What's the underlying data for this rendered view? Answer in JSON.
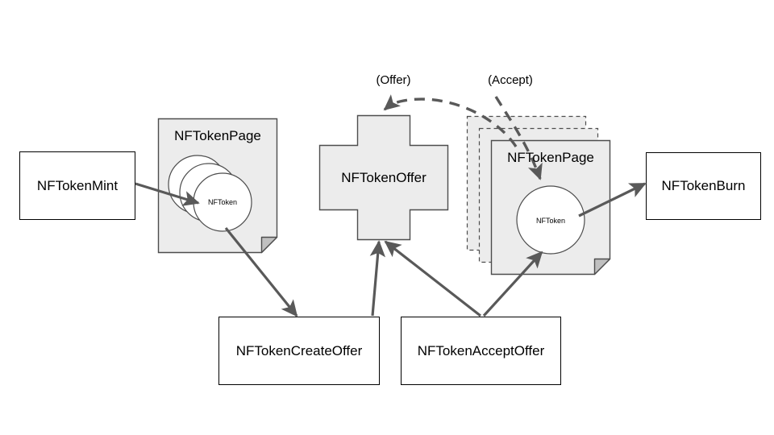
{
  "diagram": {
    "title": "XRPL NFToken lifecycle flow",
    "type": "flow-diagram",
    "background": "#ffffff",
    "palette": {
      "shape_fill": "#ececec",
      "shape_stroke": "#4d4d4d",
      "plain_box_fill": "#ffffff",
      "plain_box_stroke": "#000000",
      "arrow_color": "#595959",
      "fold_fill": "#c0c0c0",
      "text_color": "#000000"
    },
    "nodes": [
      {
        "id": "mint",
        "label": "NFTokenMint",
        "shape": "rectangle"
      },
      {
        "id": "page_left",
        "label": "NFTokenPage",
        "shape": "document"
      },
      {
        "id": "token_left",
        "label": "NFToken",
        "shape": "circle-stack"
      },
      {
        "id": "offer",
        "label": "NFTokenOffer",
        "shape": "cross"
      },
      {
        "id": "page_right",
        "label": "NFTokenPage",
        "shape": "document-stack"
      },
      {
        "id": "token_right",
        "label": "NFToken",
        "shape": "circle"
      },
      {
        "id": "burn",
        "label": "NFTokenBurn",
        "shape": "rectangle"
      },
      {
        "id": "create_offer",
        "label": "NFTokenCreateOffer",
        "shape": "rectangle"
      },
      {
        "id": "accept_offer",
        "label": "NFTokenAcceptOffer",
        "shape": "rectangle"
      }
    ],
    "edge_labels": [
      {
        "id": "offer_label",
        "text": "(Offer)"
      },
      {
        "id": "accept_label",
        "text": "(Accept)"
      }
    ],
    "edges": [
      {
        "from": "mint",
        "to": "token_left",
        "style": "solid"
      },
      {
        "from": "page_left",
        "to": "create_offer",
        "style": "solid"
      },
      {
        "from": "create_offer",
        "to": "offer",
        "style": "solid"
      },
      {
        "from": "accept_offer",
        "to": "offer",
        "style": "solid"
      },
      {
        "from": "accept_offer",
        "to": "page_right",
        "style": "solid"
      },
      {
        "from": "token_right",
        "to": "burn",
        "style": "solid"
      },
      {
        "from": "page_right",
        "to": "offer",
        "style": "dashed",
        "label": "(Offer)"
      },
      {
        "from": "offer",
        "to": "token_right",
        "style": "dashed",
        "label": "(Accept)"
      }
    ]
  }
}
